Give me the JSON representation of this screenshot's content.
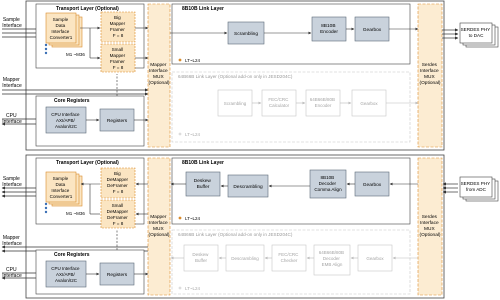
{
  "tx": {
    "left_labels": {
      "sample": [
        "Sample",
        "Interface"
      ],
      "mapper": [
        "Mapper",
        "Interface"
      ],
      "cpu": [
        "CPU",
        "Interface"
      ]
    },
    "transport_title": "Transport Layer (Optional)",
    "converter": [
      "Sample",
      "Data",
      "Interface",
      "Converter1"
    ],
    "big": [
      "Big",
      "Mapper",
      "Framer",
      "F = 8"
    ],
    "small": [
      "Small",
      "Mapper",
      "Framer",
      "F = 8"
    ],
    "m_label": "M1 ~M36",
    "mux": [
      "Mapper",
      "Interface",
      "MUX",
      "(Optional)"
    ],
    "core_title": "Core Registers",
    "cpu_box": [
      "CPU Interface",
      "AXI/APB/",
      "Avalon/I2C"
    ],
    "registers": "Registers",
    "link_title": "8B10B Link Layer",
    "scrambling": "Scrambling",
    "encoder": [
      "8B10B",
      "Encoder"
    ],
    "gearbox": "Gearbox",
    "lt": "LT~L24",
    "alt_title": "64B66B Link Layer (Optional add-on only in JESD204C)",
    "alt_boxes": [
      [
        "Scrambling"
      ],
      [
        "FEC/CRC",
        "Calculator"
      ],
      [
        "64B66B/80B",
        "Encoder"
      ],
      [
        "Gearbox"
      ]
    ],
    "serdes_mux": [
      "Serdes",
      "Interface",
      "MUX",
      "(Optional)"
    ],
    "output": [
      "SERDES PHY",
      "to DAC"
    ]
  },
  "rx": {
    "left_labels": {
      "sample": [
        "Sample",
        "Interface"
      ],
      "mapper": [
        "Mapper",
        "Interface"
      ],
      "cpu": [
        "CPU",
        "Interface"
      ]
    },
    "transport_title": "Transport Layer (Optional)",
    "converter": [
      "Sample",
      "Data",
      "Interface",
      "Converter1"
    ],
    "big": [
      "Big",
      "DeMapper",
      "DeFramer",
      "F = 8"
    ],
    "small": [
      "Small",
      "DeMapper",
      "DeFramer",
      "F = 8"
    ],
    "m_label": "M1 ~M36",
    "mux": [
      "Mapper",
      "Interface",
      "MUX",
      "(Optional)"
    ],
    "core_title": "Core Registers",
    "cpu_box": [
      "CPU Interface",
      "AXI/APB/",
      "Avalon/I2C"
    ],
    "registers": "Registers",
    "link_title": "8B10B Link Layer",
    "deskew": [
      "Deskew",
      "Buffer"
    ],
    "descrambling": "Descrambling",
    "decoder": [
      "8B10B",
      "Decoder",
      "Comma Align"
    ],
    "gearbox": "Gearbox",
    "lt": "LT~L24",
    "alt_title": "64B66B Link Layer (Optional add-on only in JESD204C)",
    "alt_boxes": [
      [
        "Deskew",
        "Buffer"
      ],
      [
        "Descrambling"
      ],
      [
        "FEC/CRC",
        "Checker"
      ],
      [
        "64B66B/80B",
        "Decoder",
        "EMB Align"
      ],
      [
        "Gearbox"
      ]
    ],
    "serdes_mux": [
      "Serdes",
      "Interface",
      "MUX",
      "(Optional)"
    ],
    "input": [
      "SERDES PHY",
      "from ADC"
    ]
  },
  "colors": {
    "orange_fill": "#fbe5c2",
    "orange_stroke": "#d98b2b",
    "gray_box": "#c9d2dc",
    "gray_stroke": "#5d6a78",
    "arrow": "#333333",
    "faded": "#b9b9b9",
    "mux_fill": "#fcecd2"
  }
}
